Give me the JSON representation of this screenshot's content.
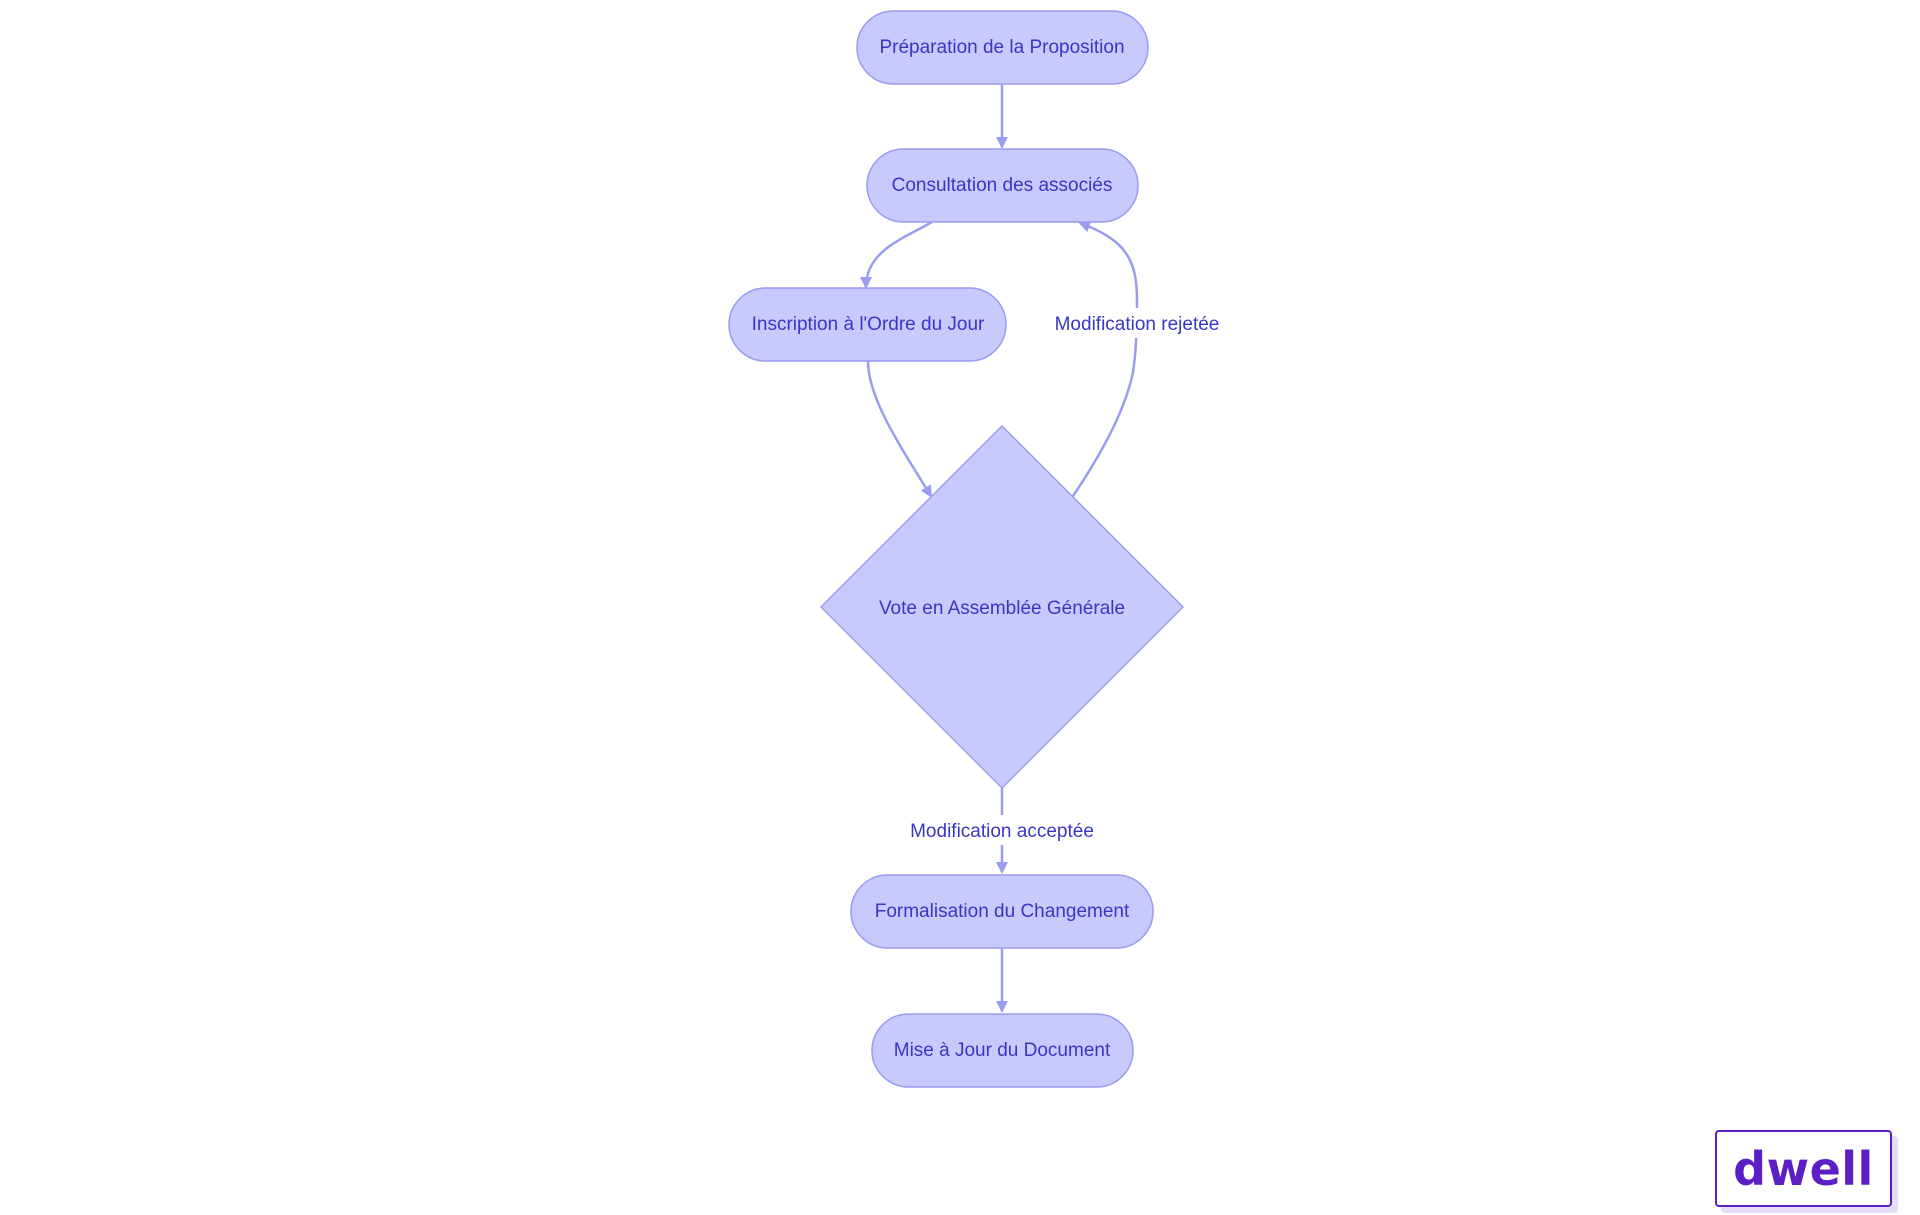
{
  "diagram": {
    "nodes": [
      {
        "id": "preparation",
        "label": "Préparation de la Proposition",
        "shape": "stadium"
      },
      {
        "id": "consultation",
        "label": "Consultation des associés",
        "shape": "stadium"
      },
      {
        "id": "inscription",
        "label": "Inscription à l'Ordre du Jour",
        "shape": "stadium"
      },
      {
        "id": "vote",
        "label": "Vote en Assemblée Générale",
        "shape": "diamond"
      },
      {
        "id": "formalisation",
        "label": "Formalisation du Changement",
        "shape": "stadium"
      },
      {
        "id": "miseajour",
        "label": "Mise à Jour du Document",
        "shape": "stadium"
      }
    ],
    "edges": [
      {
        "from": "preparation",
        "to": "consultation",
        "label": ""
      },
      {
        "from": "consultation",
        "to": "inscription",
        "label": ""
      },
      {
        "from": "inscription",
        "to": "vote",
        "label": ""
      },
      {
        "from": "vote",
        "to": "consultation",
        "label": "Modification rejetée"
      },
      {
        "from": "vote",
        "to": "formalisation",
        "label": "Modification acceptée"
      },
      {
        "from": "formalisation",
        "to": "miseajour",
        "label": ""
      }
    ],
    "colors": {
      "node_fill": "#c8c9fc",
      "node_stroke": "#9a9cf0",
      "edge": "#9a9cf0",
      "text": "#3a36c4"
    }
  },
  "logo": {
    "text": "dwell",
    "color": "#5b1fc4"
  }
}
